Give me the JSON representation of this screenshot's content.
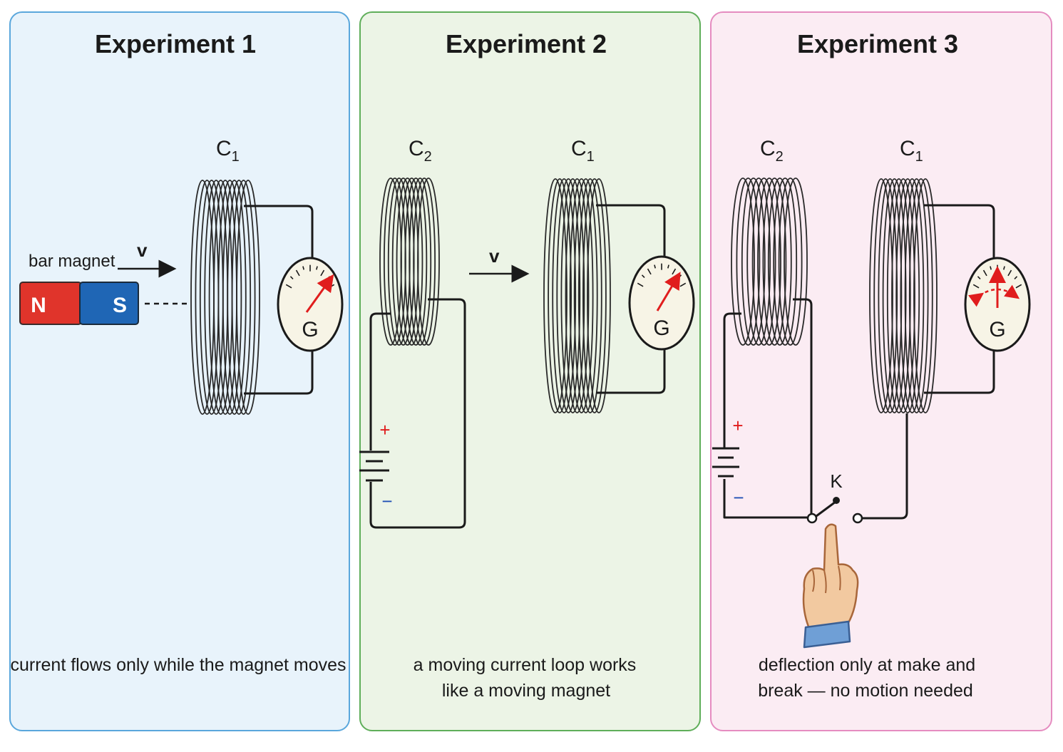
{
  "experiments": [
    {
      "title": "Experiment 1",
      "coil_c1": {
        "letter": "C",
        "sub": "1"
      },
      "magnet_label": "bar magnet",
      "magnet_north": "N",
      "magnet_south": "S",
      "velocity": "v",
      "galvanometer": "G",
      "caption_lines": [
        "current flows only while the magnet moves"
      ]
    },
    {
      "title": "Experiment 2",
      "coil_c2": {
        "letter": "C",
        "sub": "2"
      },
      "coil_c1": {
        "letter": "C",
        "sub": "1"
      },
      "velocity": "v",
      "battery_plus": "+",
      "battery_minus": "−",
      "galvanometer": "G",
      "caption_lines": [
        "a moving current loop works",
        "like a moving magnet"
      ]
    },
    {
      "title": "Experiment 3",
      "coil_c2": {
        "letter": "C",
        "sub": "2"
      },
      "coil_c1": {
        "letter": "C",
        "sub": "1"
      },
      "key": "K",
      "battery_plus": "+",
      "battery_minus": "−",
      "galvanometer": "G",
      "caption_lines": [
        "deflection only at make and",
        "break — no motion needed"
      ]
    }
  ],
  "colors": {
    "panel1_bg": "#e8f3fb",
    "panel2_bg": "#ecf4e6",
    "panel3_bg": "#fbecf3",
    "magnet_north": "#e0342b",
    "magnet_south": "#1f66b5",
    "needle": "#e01d1d",
    "plus": "#e01d1d",
    "minus": "#1f4fb5"
  }
}
